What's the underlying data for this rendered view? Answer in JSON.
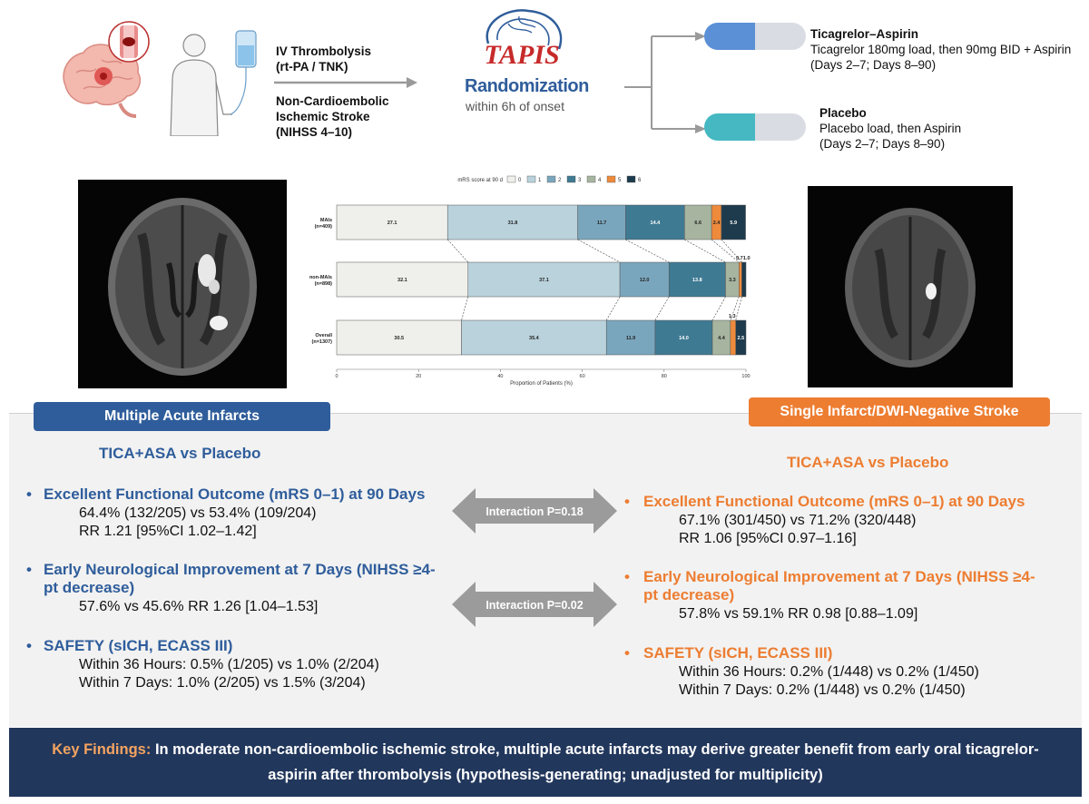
{
  "flow": {
    "thrombolysis": "IV Thrombolysis",
    "thrombolysis_agents": "(rt-PA / TNK)",
    "stroke_type_1": "Non-Cardioembolic",
    "stroke_type_2": "Ischemic Stroke",
    "nihss": "(NIHSS 4–10)",
    "logo_text": "TAPIS",
    "randomization": "Randomization",
    "randomization_window": "within 6h of onset"
  },
  "arms": [
    {
      "title": "Ticagrelor–Aspirin",
      "line1": "Ticagrelor 180mg load, then 90mg BID + Aspirin",
      "line2": "(Days 2–7; Days 8–90)"
    },
    {
      "title": "Placebo",
      "line1": "Placebo load, then Aspirin",
      "line2": "(Days 2–7; Days 8–90)"
    }
  ],
  "chart_data": {
    "type": "bar",
    "orientation": "horizontal-stacked",
    "legend_title": "mRS score at 90 d",
    "legend_labels": [
      "0",
      "1",
      "2",
      "3",
      "4",
      "5",
      "6"
    ],
    "colors": [
      "#efefec",
      "#b9d2dc",
      "#7aa6bd",
      "#3f7a93",
      "#a7b5a0",
      "#ee8a3c",
      "#1d3b4d"
    ],
    "categories": [
      "MAIs\n(n=409)",
      "non-MAIs\n(n=898)",
      "Overall\n(n=1307)"
    ],
    "category_lines": [
      [
        "MAIs",
        "(n=409)"
      ],
      [
        "non-MAIs",
        "(n=898)"
      ],
      [
        "Overall",
        "(n=1307)"
      ]
    ],
    "series": [
      {
        "name": "0",
        "values": [
          27.1,
          32.1,
          30.5
        ]
      },
      {
        "name": "1",
        "values": [
          31.8,
          37.1,
          35.4
        ]
      },
      {
        "name": "2",
        "values": [
          11.7,
          12.0,
          11.9
        ]
      },
      {
        "name": "3",
        "values": [
          14.4,
          13.8,
          14.0
        ]
      },
      {
        "name": "4",
        "values": [
          6.6,
          3.3,
          4.4
        ]
      },
      {
        "name": "5",
        "values": [
          2.4,
          0.7,
          1.3
        ]
      },
      {
        "name": "6",
        "values": [
          5.9,
          1.0,
          2.5
        ]
      }
    ],
    "xlabel": "Proportion of Patients (%)",
    "xlim": [
      0,
      100
    ],
    "xticks": [
      0,
      20,
      40,
      60,
      80,
      100
    ]
  },
  "left_tag": "Multiple Acute Infarcts",
  "right_tag": "Single Infarct/DWI-Negative Stroke",
  "left": {
    "comparison": "TICA+ASA vs Placebo",
    "efo_head": "Excellent Functional Outcome (mRS 0–1) at 90 Days",
    "efo_1": "64.4% (132/205) vs 53.4% (109/204)",
    "efo_2": "RR 1.21 [95%CI 1.02–1.42]",
    "eni_head_1": "Early Neurological Improvement at 7 Days  (NIHSS ≥4-",
    "eni_head_2": "pt decrease)",
    "eni_1": "57.6% vs 45.6% RR 1.26 [1.04–1.53]",
    "safety_head": "SAFETY (sICH, ECASS III)",
    "safety_1": "Within 36 Hours: 0.5% (1/205) vs 1.0% (2/204)",
    "safety_2": "Within 7 Days: 1.0% (2/205) vs 1.5% (3/204)"
  },
  "right": {
    "comparison": "TICA+ASA vs Placebo",
    "efo_head": "Excellent Functional Outcome (mRS 0–1) at 90 Days",
    "efo_1": "67.1% (301/450) vs 71.2% (320/448)",
    "efo_2": "RR 1.06 [95%CI 0.97–1.16]",
    "eni_head_1": "Early Neurological Improvement at 7 Days  (NIHSS ≥4-",
    "eni_head_2": "pt decrease)",
    "eni_1": "57.8% vs 59.1% RR 0.98 [0.88–1.09]",
    "safety_head": "SAFETY (sICH, ECASS III)",
    "safety_1": "Within 36 Hours: 0.2% (1/448) vs 0.2% (1/450)",
    "safety_2": "Within 7 Days: 0.2% (1/448) vs 0.2% (1/450)"
  },
  "interaction": [
    "Interaction P=0.18",
    "Interaction P=0.02"
  ],
  "banner": {
    "key": "Key Findings:",
    "text_1": "In moderate non-cardioembolic ischemic stroke, multiple acute infarcts may derive greater benefit from early oral ticagrelor-",
    "text_2": "aspirin after thrombolysis (hypothesis-generating; unadjusted for multiplicity)"
  },
  "colors": {
    "blue": "#2f5d9b",
    "orange": "#ed7d31",
    "banner_bg": "#22375c",
    "panel_bg": "#f2f2f2",
    "pill_blue": "#5b8fd6",
    "pill_teal": "#45b8c2"
  }
}
